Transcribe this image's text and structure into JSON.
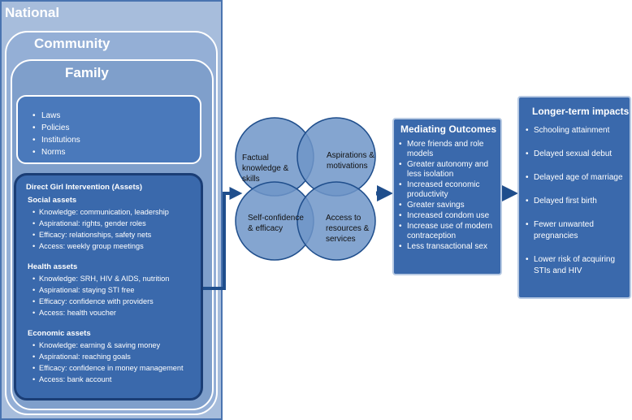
{
  "layers": {
    "national": "National",
    "community": "Community",
    "family": "Family"
  },
  "context_items": [
    "Laws",
    "Policies",
    "Institutions",
    "Norms"
  ],
  "intervention": {
    "title": "Direct Girl Intervention (Assets)",
    "groups": [
      {
        "heading": "Social assets",
        "items": [
          "Knowledge: communication, leadership",
          "Aspirational: rights, gender roles",
          "Efficacy: relationships, safety nets",
          "Access: weekly group meetings"
        ]
      },
      {
        "heading": "Health assets",
        "items": [
          "Knowledge: SRH, HIV & AIDS, nutrition",
          "Aspirational:  staying STI free",
          "Efficacy: confidence with providers",
          "Access: health voucher"
        ]
      },
      {
        "heading": "Economic assets",
        "items": [
          "Knowledge: earning & saving money",
          "Aspirational: reaching goals",
          "Efficacy: confidence in money management",
          "Access: bank account"
        ]
      }
    ]
  },
  "circles": {
    "top_left": "Factual knowledge & skills",
    "top_right": "Aspirations & motivations",
    "bottom_left": "Self-confidence & efficacy",
    "bottom_right": "Access to resources & services"
  },
  "mediating": {
    "title": "Mediating Outcomes",
    "items": [
      "More friends and role models",
      "Greater autonomy and less isolation",
      "Increased economic productivity",
      "Greater savings",
      "Increased condom use",
      "Increase use of modern contraception",
      "Less transactional sex"
    ]
  },
  "longer_term": {
    "title": "Longer-term impacts",
    "items": [
      "Schooling attainment",
      "Delayed sexual debut",
      "Delayed age of marriage",
      "Delayed first birth",
      "Fewer unwanted pregnancies",
      "Lower risk of acquiring STIs and HIV"
    ]
  },
  "colors": {
    "national_bg": "#a7bddc",
    "community_bg": "#94afd6",
    "family_bg": "#7f9fcb",
    "box_blue": "#3a69ac",
    "border_dark": "#1a3d75",
    "circle_fill": "#6f95c8",
    "arrow": "#1f4e8c"
  }
}
